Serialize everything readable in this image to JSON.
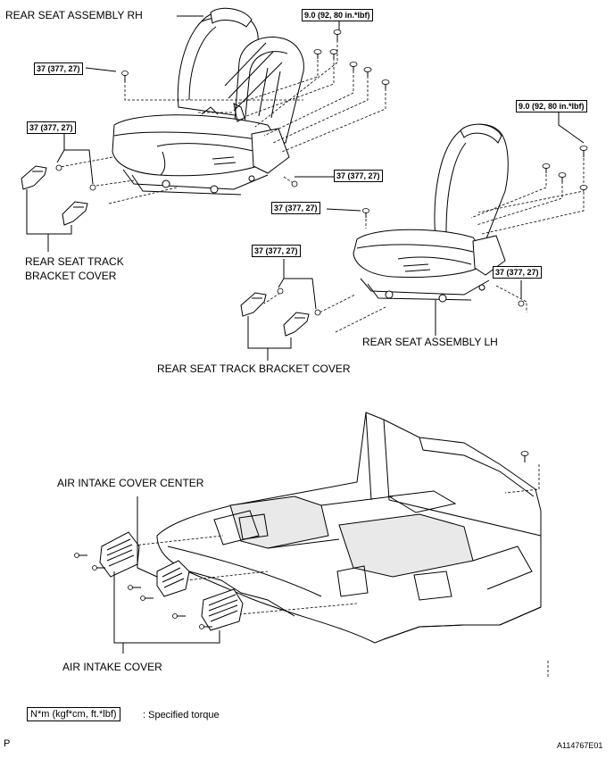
{
  "labels": {
    "rear_seat_rh": "REAR SEAT ASSEMBLY RH",
    "rear_seat_lh": "REAR SEAT ASSEMBLY LH",
    "track_cover_rh_line1": "REAR SEAT TRACK",
    "track_cover_rh_line2": "BRACKET COVER",
    "track_cover_lh": "REAR SEAT TRACK BRACKET COVER",
    "air_intake_center": "AIR INTAKE COVER CENTER",
    "air_intake_cover": "AIR INTAKE COVER"
  },
  "torque": {
    "t9": "9.0 (92, 80 in.*lbf)",
    "t37": "37 (377, 27)"
  },
  "legend": {
    "unit": "N*m (kgf*cm, ft.*lbf)",
    "text": ": Specified torque"
  },
  "footer": {
    "left_mark": "P",
    "figure_id": "A114767E01"
  }
}
